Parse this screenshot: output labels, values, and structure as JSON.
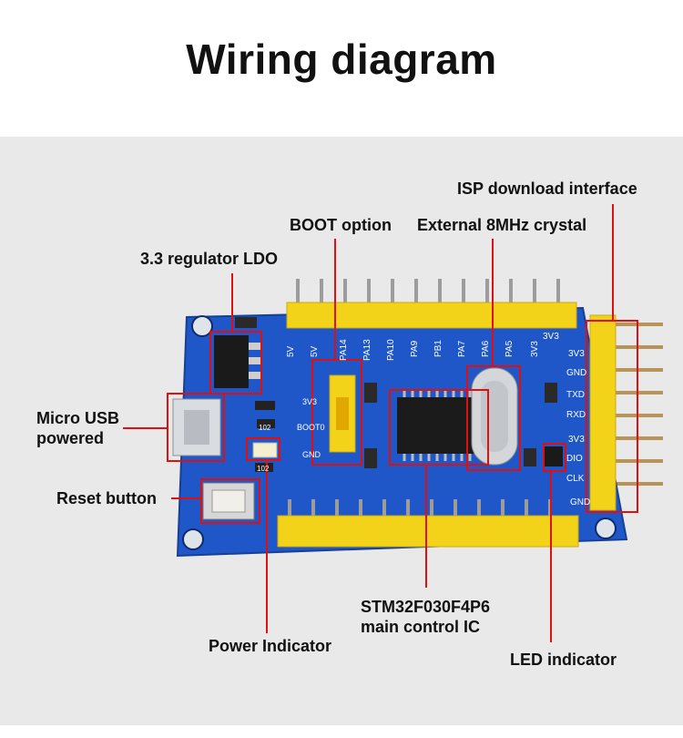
{
  "title": "Wiring diagram",
  "labels": {
    "isp": "ISP download interface",
    "boot": "BOOT option",
    "crystal": "External 8MHz crystal",
    "ldo": "3.3 regulator LDO",
    "usb_line1": "Micro USB",
    "usb_line2": "powered",
    "reset": "Reset button",
    "ic_line1": "STM32F030F4P6",
    "ic_line2": "main control IC",
    "power": "Power Indicator",
    "led": "LED indicator"
  },
  "silkscreen": {
    "top_pins": [
      "5V",
      "5V",
      "PA14",
      "PA13",
      "PA10",
      "PA9",
      "PB1",
      "PA7",
      "PA6",
      "PA5",
      "3V3"
    ],
    "corner": "3V3",
    "isp_pins": [
      "3V3",
      "GND",
      "TXD",
      "RXD",
      "3V3",
      "DIO",
      "CLK",
      "GND"
    ],
    "boot_pins": [
      "3V3",
      "BOOT0",
      "GND"
    ],
    "resistors": [
      "102",
      "102"
    ]
  },
  "colors": {
    "pcb": "#1f57c8",
    "header": "#f3d21a",
    "callout": "#e01010",
    "pin": "#cfa86a"
  }
}
